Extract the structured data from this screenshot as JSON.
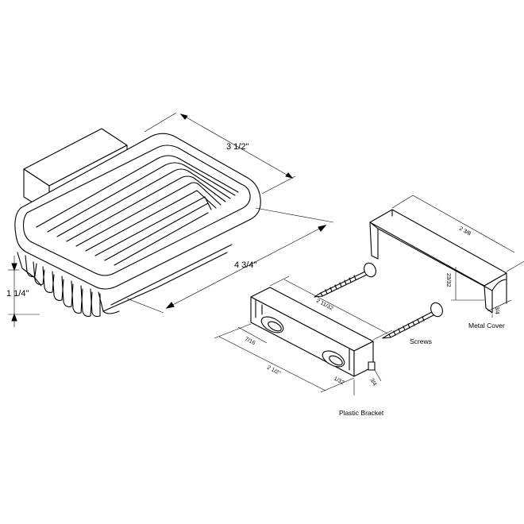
{
  "dimensions": {
    "basket_width": "3 1/2\"",
    "basket_length": "4 3/4\"",
    "basket_height": "1 1/4\"",
    "cover_length": "2 3/8",
    "cover_height": "23/32",
    "cover_depth": "3/4",
    "bracket_length": "2 11/32",
    "bracket_offset": "7/16",
    "bracket_hole_span": "2 1/2\"",
    "bracket_height": "1/32",
    "bracket_depth": "3/4"
  },
  "labels": {
    "metal_cover": "Metal Cover",
    "screws": "Screws",
    "plastic_bracket": "Plastic Bracket"
  }
}
